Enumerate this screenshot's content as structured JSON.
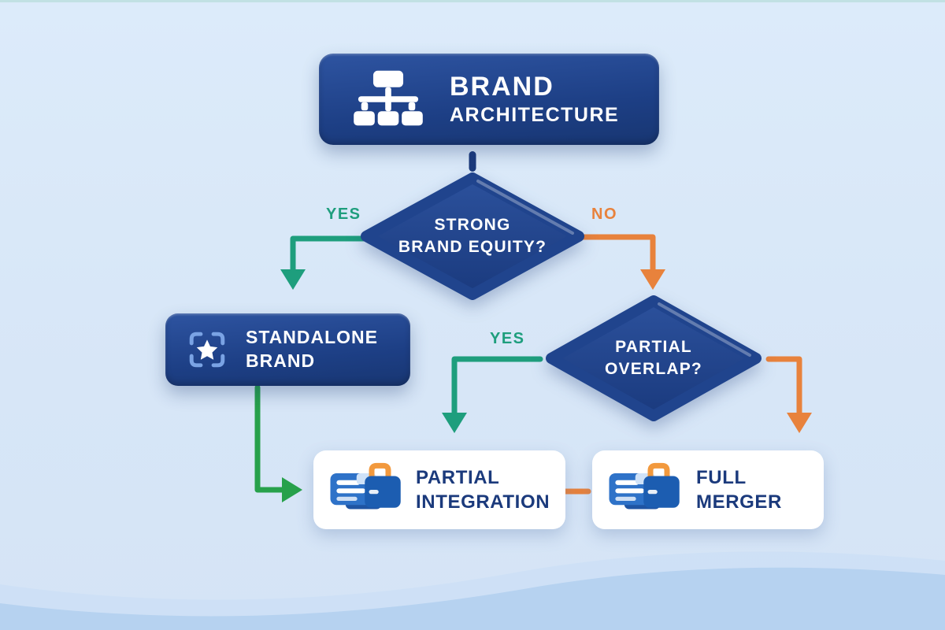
{
  "flowchart": {
    "root": {
      "line1": "BRAND",
      "line2": "ARCHITECTURE",
      "icon": "org-chart-icon"
    },
    "decision_equity": {
      "line1": "STRONG",
      "line2": "BRAND EQUITY?"
    },
    "labels": {
      "equity_yes": "YES",
      "equity_no": "NO",
      "overlap_yes": "YES"
    },
    "standalone": {
      "line1": "STANDALONE",
      "line2": "BRAND",
      "icon": "star-frame-icon"
    },
    "decision_overlap": {
      "line1": "PARTIAL",
      "line2": "OVERLAP?"
    },
    "partial_integration": {
      "line1": "PARTIAL",
      "line2": "INTEGRATION",
      "icon": "merge-cards-icon"
    },
    "full_merger": {
      "line1": "FULL",
      "line2": "MERGER",
      "icon": "merge-folder-icon"
    }
  },
  "colors": {
    "node_blue_top": "#2e54a1",
    "node_blue_bottom": "#183672",
    "white_card": "#ffffff",
    "yes_teal": "#1e9e7d",
    "branch_green": "#27a14b",
    "no_orange": "#e8823c",
    "navy_text": "#1b3a7c",
    "background": "#d8e7f8",
    "wave_blue": "#b6d2f0"
  }
}
